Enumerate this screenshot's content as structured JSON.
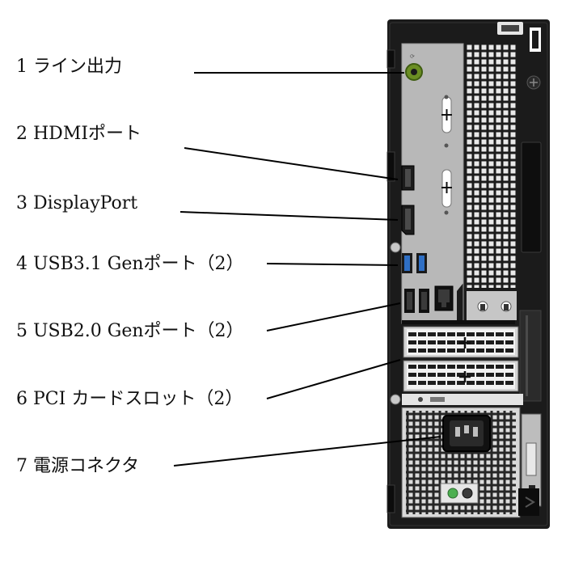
{
  "labels": [
    {
      "num": "1",
      "text": "ライン出力"
    },
    {
      "num": "2",
      "text": "HDMIポート"
    },
    {
      "num": "3",
      "text": "DisplayPort"
    },
    {
      "num": "4",
      "text": "USB3.1 Genポート（2）"
    },
    {
      "num": "5",
      "text": "USB2.0 Genポート（2）"
    },
    {
      "num": "6",
      "text": "PCI カードスロット（2）"
    },
    {
      "num": "7",
      "text": "電源コネクタ"
    }
  ],
  "colors": {
    "chassis": "#1b1b1b",
    "io_plate": "#b9b9b9",
    "usb3_blue": "#2f6fc4",
    "audio_green": "#6b8e23",
    "grille_dark": "#202020",
    "grille_light": "#e8e8e8",
    "leader_line": "#000000"
  },
  "icons": [
    "screw-icon",
    "audio-jack-icon",
    "hdmi-port-icon",
    "displayport-icon",
    "usb-port-icon",
    "ethernet-port-icon",
    "power-socket-icon",
    "led-icon"
  ]
}
